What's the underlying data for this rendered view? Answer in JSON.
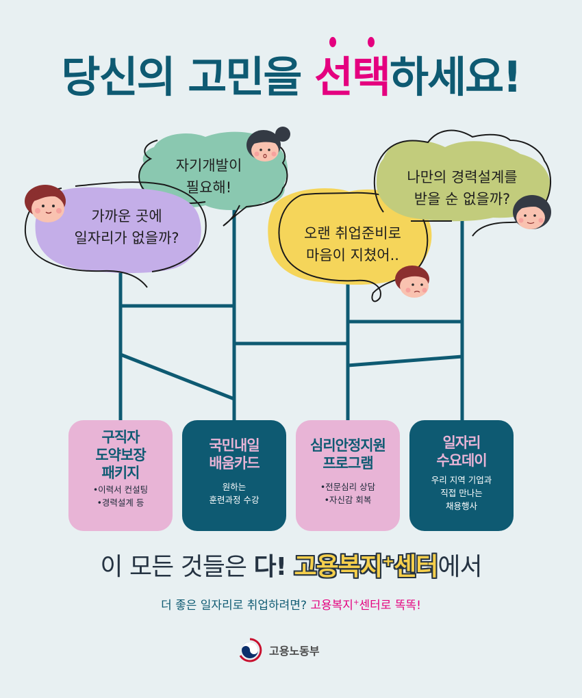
{
  "headline": {
    "part1": "당신의 고민을 ",
    "accent": "선택",
    "part2": "하세요!",
    "text_color": "#0e5a72",
    "accent_color": "#e4007f"
  },
  "bubbles": [
    {
      "id": "purple",
      "line1": "가까운 곳에",
      "line2": "일자리가 없을까?",
      "color": "#c4aee8"
    },
    {
      "id": "green",
      "line1": "자기개발이",
      "line2": "필요해!",
      "color": "#8ac8b0"
    },
    {
      "id": "yellow",
      "line1": "오랜 취업준비로",
      "line2": "마음이 지쳤어..",
      "color": "#f5d55a"
    },
    {
      "id": "olive",
      "line1": "나만의 경력설계를",
      "line2": "받을 순 없을까?",
      "color": "#c2cc7c"
    }
  ],
  "programs": [
    {
      "title1": "구직자",
      "title2": "도약보장",
      "title3": "패키지",
      "desc1": "•이력서 컨설팅",
      "desc2": "•경력설계 등",
      "desc3": "",
      "style": "pink"
    },
    {
      "title1": "국민내일",
      "title2": "배움카드",
      "title3": "",
      "desc1": "원하는",
      "desc2": "훈련과정 수강",
      "desc3": "",
      "style": "teal"
    },
    {
      "title1": "심리안정지원",
      "title2": "프로그램",
      "title3": "",
      "desc1": "•전문심리 상담",
      "desc2": "•자신감 회복",
      "desc3": "",
      "style": "pink"
    },
    {
      "title1": "일자리",
      "title2": "수요데이",
      "title3": "",
      "desc1": "우리 지역 기업과",
      "desc2": "직접 만나는",
      "desc3": "채용행사",
      "style": "teal"
    }
  ],
  "tagline": {
    "prefix": "이 모든 것들은 ",
    "bold": "다! ",
    "center_a": "고용복지",
    "plus": "+",
    "center_b": "센터",
    "suffix": "에서"
  },
  "subline": {
    "prefix": "더 좋은 일자리로 취업하려면? ",
    "pink_a": "고용복지",
    "plus": "+",
    "pink_b": "센터로 똑똑!"
  },
  "logo": {
    "text": "고용노동부",
    "icon": "taegeuk-emblem-icon"
  },
  "colors": {
    "background": "#e8f0f2",
    "teal": "#0e5a72",
    "pink": "#e8b4d6",
    "magenta": "#e4007f",
    "yellow": "#f5cf4c"
  }
}
